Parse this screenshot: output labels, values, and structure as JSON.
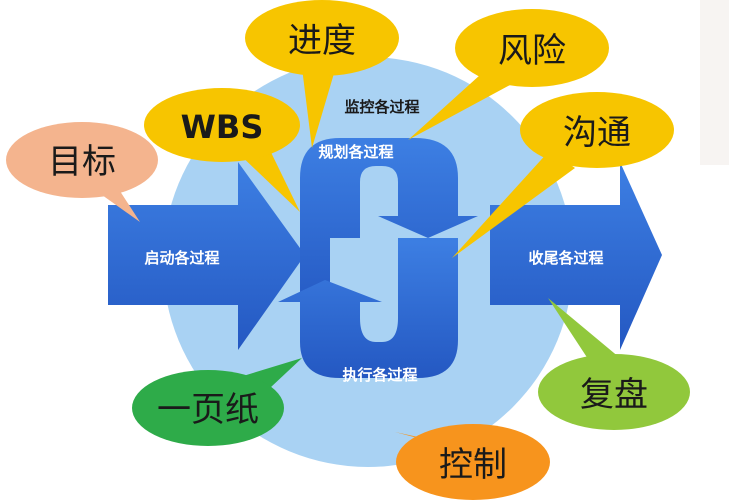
{
  "processes": {
    "initiating": "启动各过程",
    "planning": "规划各过程",
    "monitoring": "监控各过程",
    "executing": "执行各过程",
    "closing": "收尾各过程"
  },
  "callouts": {
    "goal": "目标",
    "wbs": "WBS",
    "schedule": "进度",
    "risk": "风险",
    "communication": "沟通",
    "one_page": "一页纸",
    "review": "复盘",
    "control": "控制"
  },
  "colors": {
    "arrow_blue": "#2f6fd8",
    "circle_light_blue": "#a9d2f3",
    "yellow": "#f7c500",
    "salmon": "#f4b48e",
    "green": "#2eab49",
    "lime": "#91c83c",
    "orange": "#f7941d"
  }
}
